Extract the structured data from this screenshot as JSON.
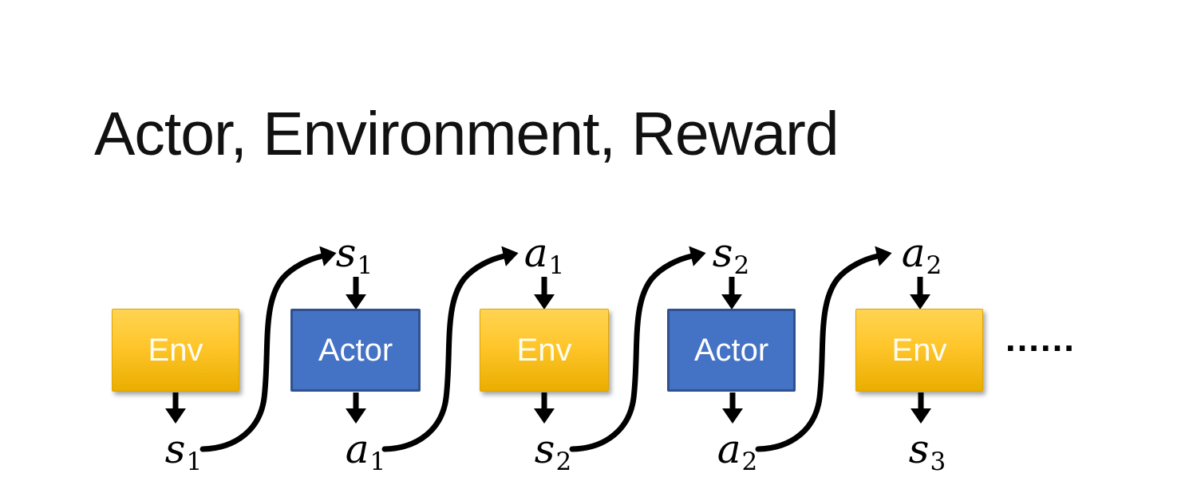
{
  "title": "Actor, Environment, Reward",
  "colors": {
    "env_top": "#FFD452",
    "env_mid": "#FFC62B",
    "env_bottom": "#EAAD00",
    "env_border": "#DFA405",
    "actor_fill": "#4472C4",
    "actor_border": "#2F528F",
    "arrow": "#000000"
  },
  "diagram": {
    "boxes": [
      {
        "label": "Env",
        "type": "env"
      },
      {
        "label": "Actor",
        "type": "actor"
      },
      {
        "label": "Env",
        "type": "env"
      },
      {
        "label": "Actor",
        "type": "actor"
      },
      {
        "label": "Env",
        "type": "env"
      }
    ],
    "top_labels": [
      {
        "base": "s",
        "sub": "1"
      },
      {
        "base": "a",
        "sub": "1"
      },
      {
        "base": "s",
        "sub": "2"
      },
      {
        "base": "a",
        "sub": "2"
      }
    ],
    "bottom_labels": [
      {
        "base": "s",
        "sub": "1"
      },
      {
        "base": "a",
        "sub": "1"
      },
      {
        "base": "s",
        "sub": "2"
      },
      {
        "base": "a",
        "sub": "2"
      },
      {
        "base": "s",
        "sub": "3"
      }
    ],
    "ellipsis": "……"
  }
}
